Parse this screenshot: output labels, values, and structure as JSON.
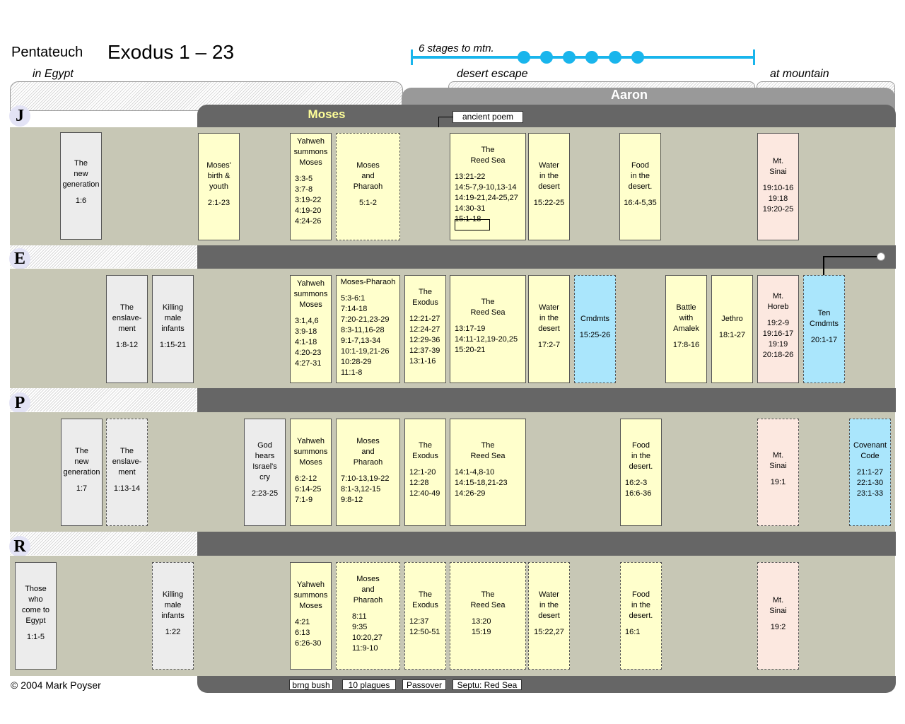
{
  "header": {
    "series": "Pentateuch",
    "title": "Exodus 1 – 23",
    "stages": "6 stages to mtn.",
    "regions": [
      "in Egypt",
      "desert escape",
      "at mountain"
    ],
    "aaron": "Aaron",
    "moses": "Moses",
    "poem": "ancient poem"
  },
  "sources": [
    "J",
    "E",
    "P",
    "R"
  ],
  "colors": {
    "band": "#c7c7b5",
    "dark": "#666666",
    "yellow": "#ffffcc",
    "gray": "#ececec",
    "pink": "#fce8e0",
    "blue": "#aae6fc",
    "stage_line": "#19b5ec"
  },
  "rows": {
    "J": [
      {
        "t": "The\nnew\ngeneration",
        "r": "1:6"
      },
      {
        "t": "Moses'\nbirth &\nyouth",
        "r": "2:1-23"
      },
      {
        "t": "Yahweh\nsummons\nMoses",
        "r": "3:3-5\n3:7-8\n3:19-22\n4:19-20\n4:24-26"
      },
      {
        "t": "Moses\nand\nPharaoh",
        "r": "5:1-2"
      },
      {
        "t": "The\nReed Sea",
        "r": "13:21-22\n14:5-7,9-10,13-14\n14:19-21,24-25,27\n14:30-31\n15:1-18"
      },
      {
        "t": "Water\nin the\ndesert",
        "r": "15:22-25"
      },
      {
        "t": "Food\nin the\ndesert.",
        "r": "16:4-5,35"
      },
      {
        "t": "Mt.\nSinai",
        "r": "19:10-16\n19:18\n19:20-25"
      }
    ],
    "E": [
      {
        "t": "The\nenslave-\nment",
        "r": "1:8-12"
      },
      {
        "t": "Killing\nmale\ninfants",
        "r": "1:15-21"
      },
      {
        "t": "Yahweh\nsummons\nMoses",
        "r": "3:1,4,6\n3:9-18\n4:1-18\n4:20-23\n4:27-31"
      },
      {
        "t": "Moses-Pharaoh",
        "r": "5:3-6:1\n7:14-18\n7:20-21,23-29\n8:3-11,16-28\n9:1-7,13-34\n10:1-19,21-26\n10:28-29\n11:1-8"
      },
      {
        "t": "The\nExodus",
        "r": "12:21-27\n12:24-27\n12:29-36\n12:37-39\n13:1-16"
      },
      {
        "t": "The\nReed Sea",
        "r": "13:17-19\n14:11-12,19-20,25\n15:20-21"
      },
      {
        "t": "Water\nin the\ndesert",
        "r": "17:2-7"
      },
      {
        "t": "Cmdmts",
        "r": "15:25-26"
      },
      {
        "t": "Battle\nwith\nAmalek",
        "r": "17:8-16"
      },
      {
        "t": "Jethro",
        "r": "18:1-27"
      },
      {
        "t": "Mt.\nHoreb",
        "r": "19:2-9\n19:16-17\n19:19\n20:18-26"
      },
      {
        "t": "Ten\nCmdmts",
        "r": "20:1-17"
      }
    ],
    "P": [
      {
        "t": "The\nnew\ngeneration",
        "r": "1:7"
      },
      {
        "t": "The\nenslave-\nment",
        "r": "1:13-14"
      },
      {
        "t": "God\nhears\nIsrael's\ncry",
        "r": "2:23-25"
      },
      {
        "t": "Yahweh\nsummons\nMoses",
        "r": "6:2-12\n6:14-25\n7:1-9"
      },
      {
        "t": "Moses\nand\nPharaoh",
        "r": "7:10-13,19-22\n8:1-3,12-15\n9:8-12"
      },
      {
        "t": "The\nExodus",
        "r": "12:1-20\n12:28\n12:40-49"
      },
      {
        "t": "The\nReed Sea",
        "r": "14:1-4,8-10\n14:15-18,21-23\n14:26-29"
      },
      {
        "t": "Food\nin the\ndesert.",
        "r": "16:2-3\n16:6-36"
      },
      {
        "t": "Mt.\nSinai",
        "r": "19:1"
      },
      {
        "t": "Covenant\nCode",
        "r": "21:1-27\n22:1-30\n23:1-33"
      }
    ],
    "R": [
      {
        "t": "Those\nwho\ncome to\nEgypt",
        "r": "1:1-5"
      },
      {
        "t": "Killing\nmale\ninfants",
        "r": "1:22"
      },
      {
        "t": "Yahweh\nsummons\nMoses",
        "r": "4:21\n6:13\n6:26-30"
      },
      {
        "t": "Moses\nand\nPharaoh",
        "r": "8:11\n9:35\n10:20,27\n11:9-10"
      },
      {
        "t": "The\nExodus",
        "r": "12:37\n12:50-51"
      },
      {
        "t": "The\nReed Sea",
        "r": "13:20\n15:19"
      },
      {
        "t": "Water\nin the\ndesert",
        "r": "15:22,27"
      },
      {
        "t": "Food\nin the\ndesert.",
        "r": "16:1"
      },
      {
        "t": "Mt.\nSinai",
        "r": "19:2"
      }
    ]
  },
  "footer": {
    "copyright": "© 2004 Mark Poyser",
    "labels": [
      "brng bush",
      "10 plagues",
      "Passover",
      "Septu: Red Sea"
    ]
  }
}
